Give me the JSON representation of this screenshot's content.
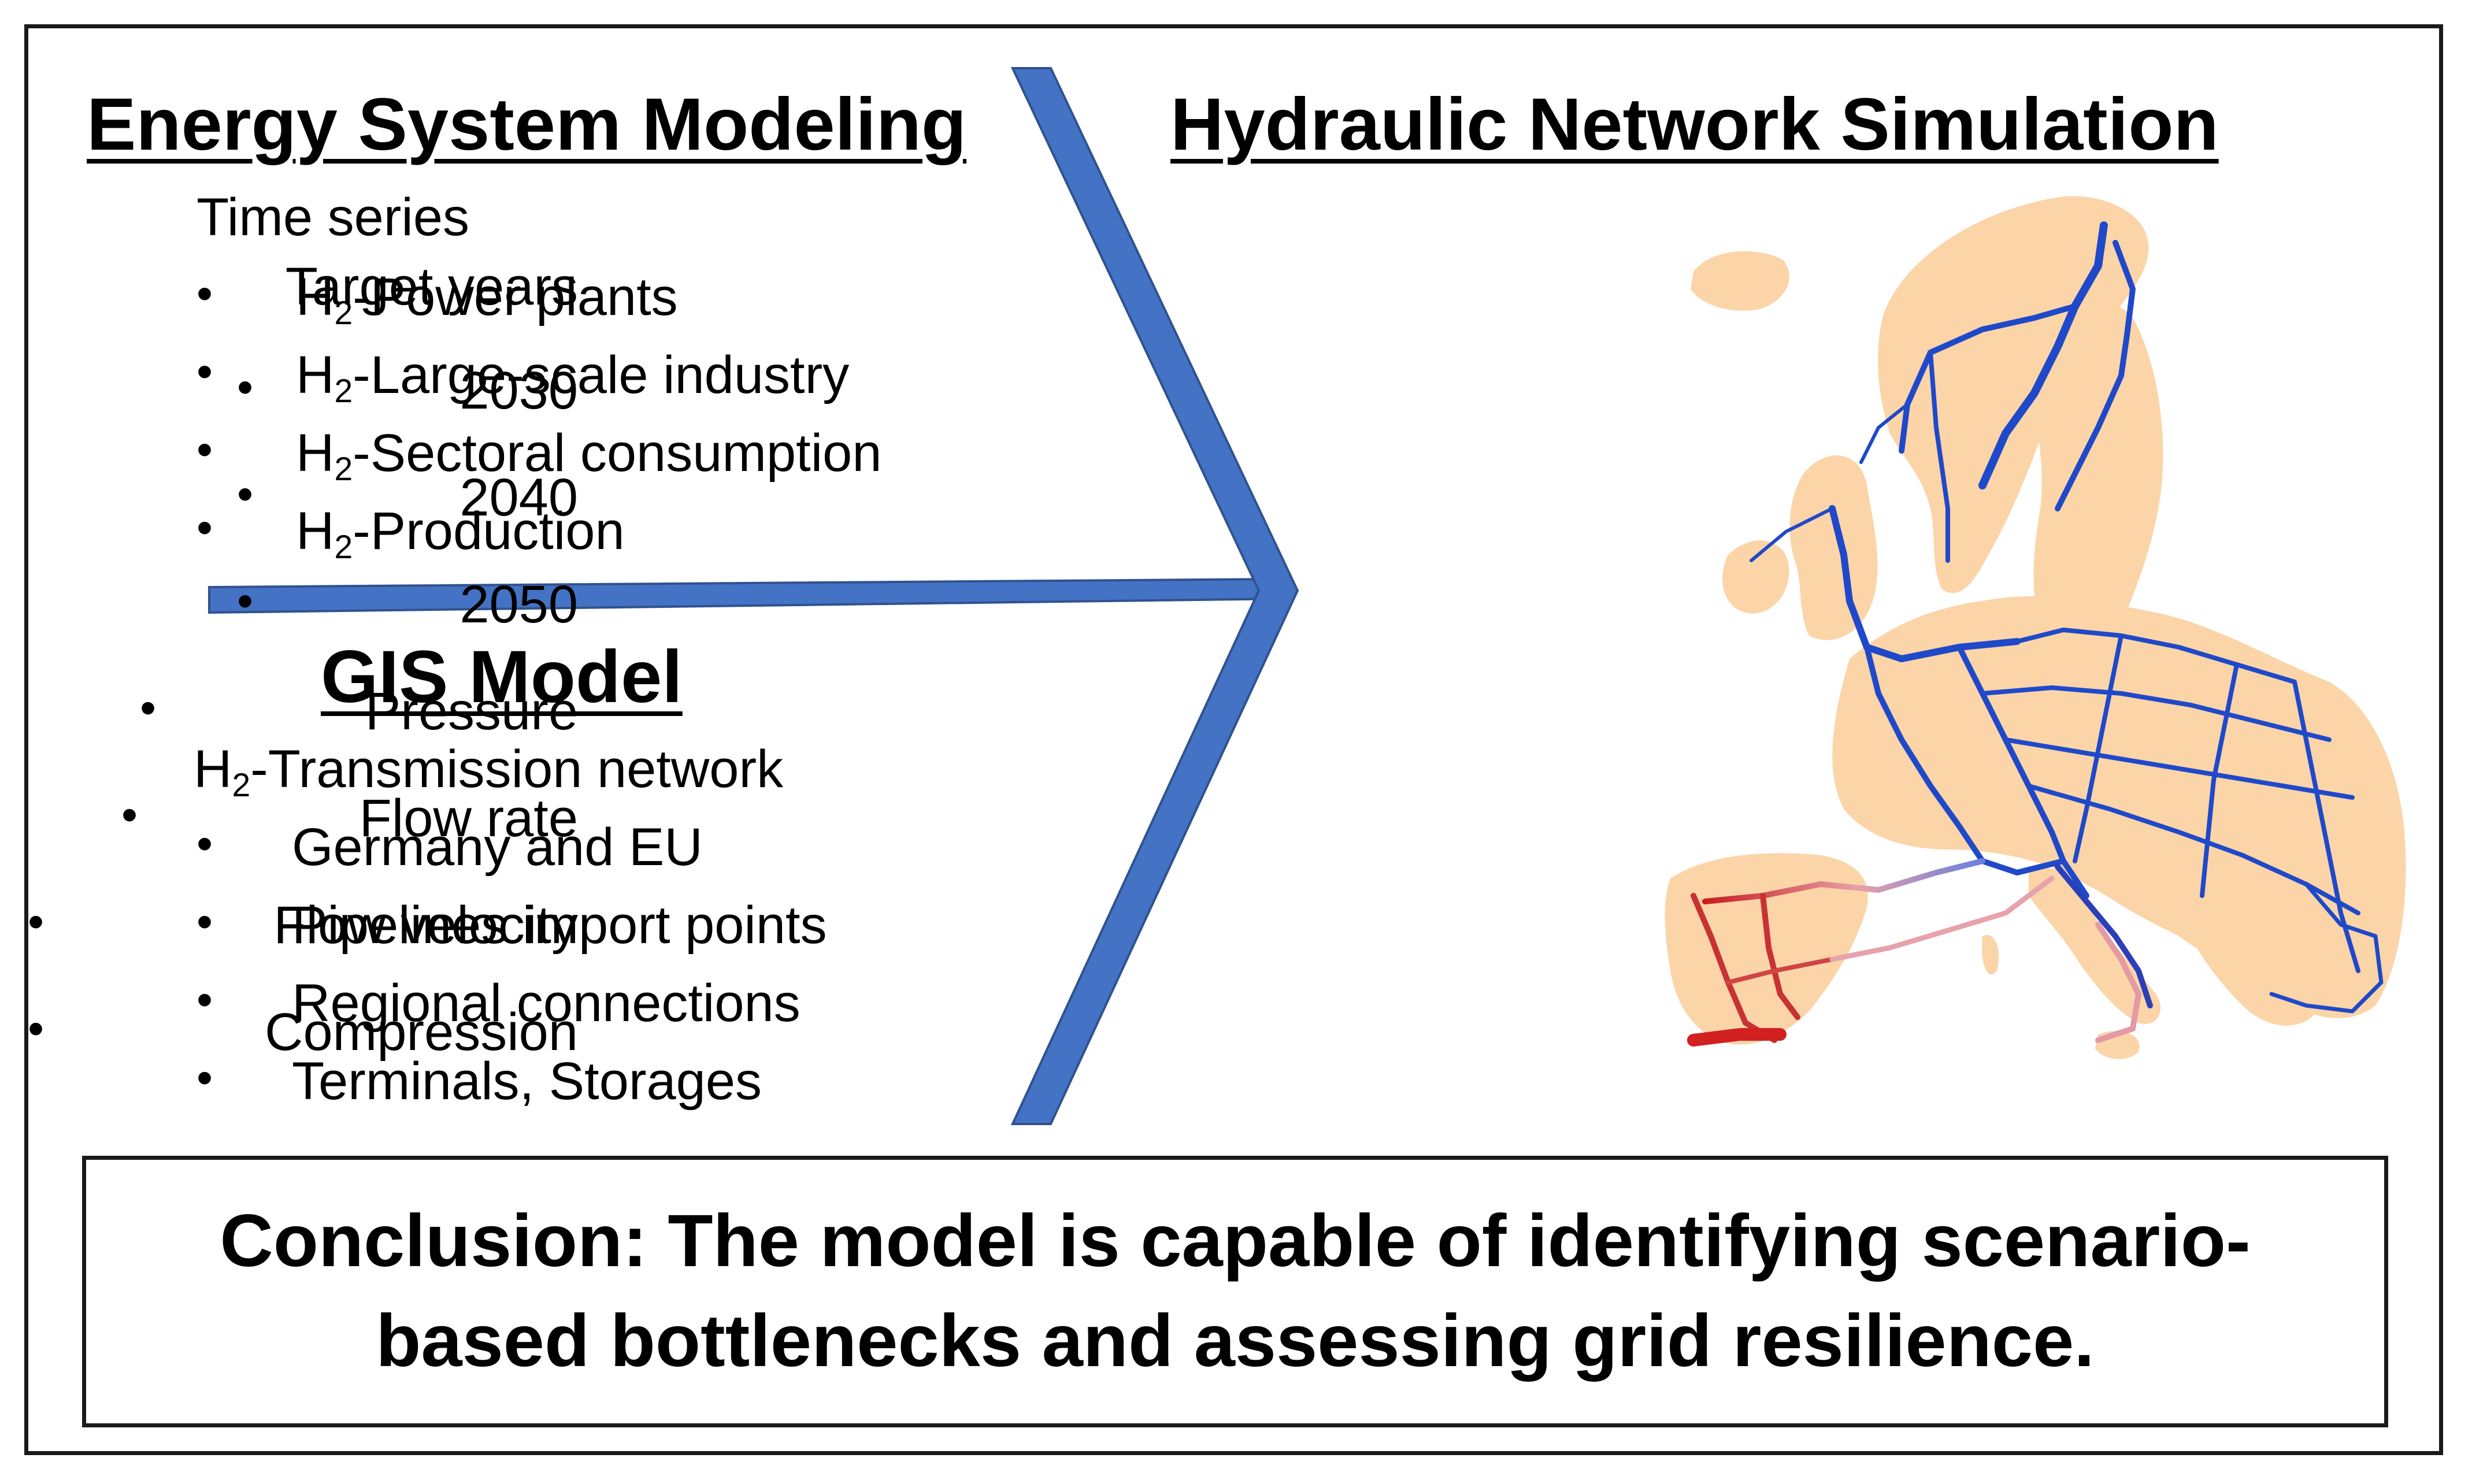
{
  "energy_system": {
    "title": "Energy System Modeling",
    "subtitle": "Time series",
    "items": [
      {
        "prefix": "H",
        "sub": "2",
        "text": "-Power plants"
      },
      {
        "prefix": "H",
        "sub": "2",
        "text": "-Large-scale industry"
      },
      {
        "prefix": "H",
        "sub": "2",
        "text": "-Sectoral consumption"
      },
      {
        "prefix": "H",
        "sub": "2",
        "text": "-Production"
      }
    ]
  },
  "gis_model": {
    "title": "GIS Model",
    "subtitle_prefix": "H",
    "subtitle_sub": "2",
    "subtitle_text": "-Transmission network",
    "items": [
      "Germany and EU",
      "Pipelines import points",
      "Regional connections",
      "Terminals, Storages"
    ]
  },
  "hydraulic": {
    "title": "Hydraulic Network Simulation",
    "subtitle": "Target years",
    "years": [
      "2030",
      "2040",
      "2050"
    ],
    "outputs": [
      "Pressure",
      "Flow rate",
      "Flow velocity",
      "Compression"
    ]
  },
  "conclusion": {
    "text": "Conclusion: The model is capable of identifying scenario-based bottlenecks and assessing grid resilience."
  },
  "colors": {
    "arrow": "#4472c4",
    "arrow_border": "#2f528f",
    "land": "#fbd4a8",
    "pipe_blue": "#1f49c9",
    "pipe_red": "#d42a2a"
  },
  "bullet_glyph": "•"
}
